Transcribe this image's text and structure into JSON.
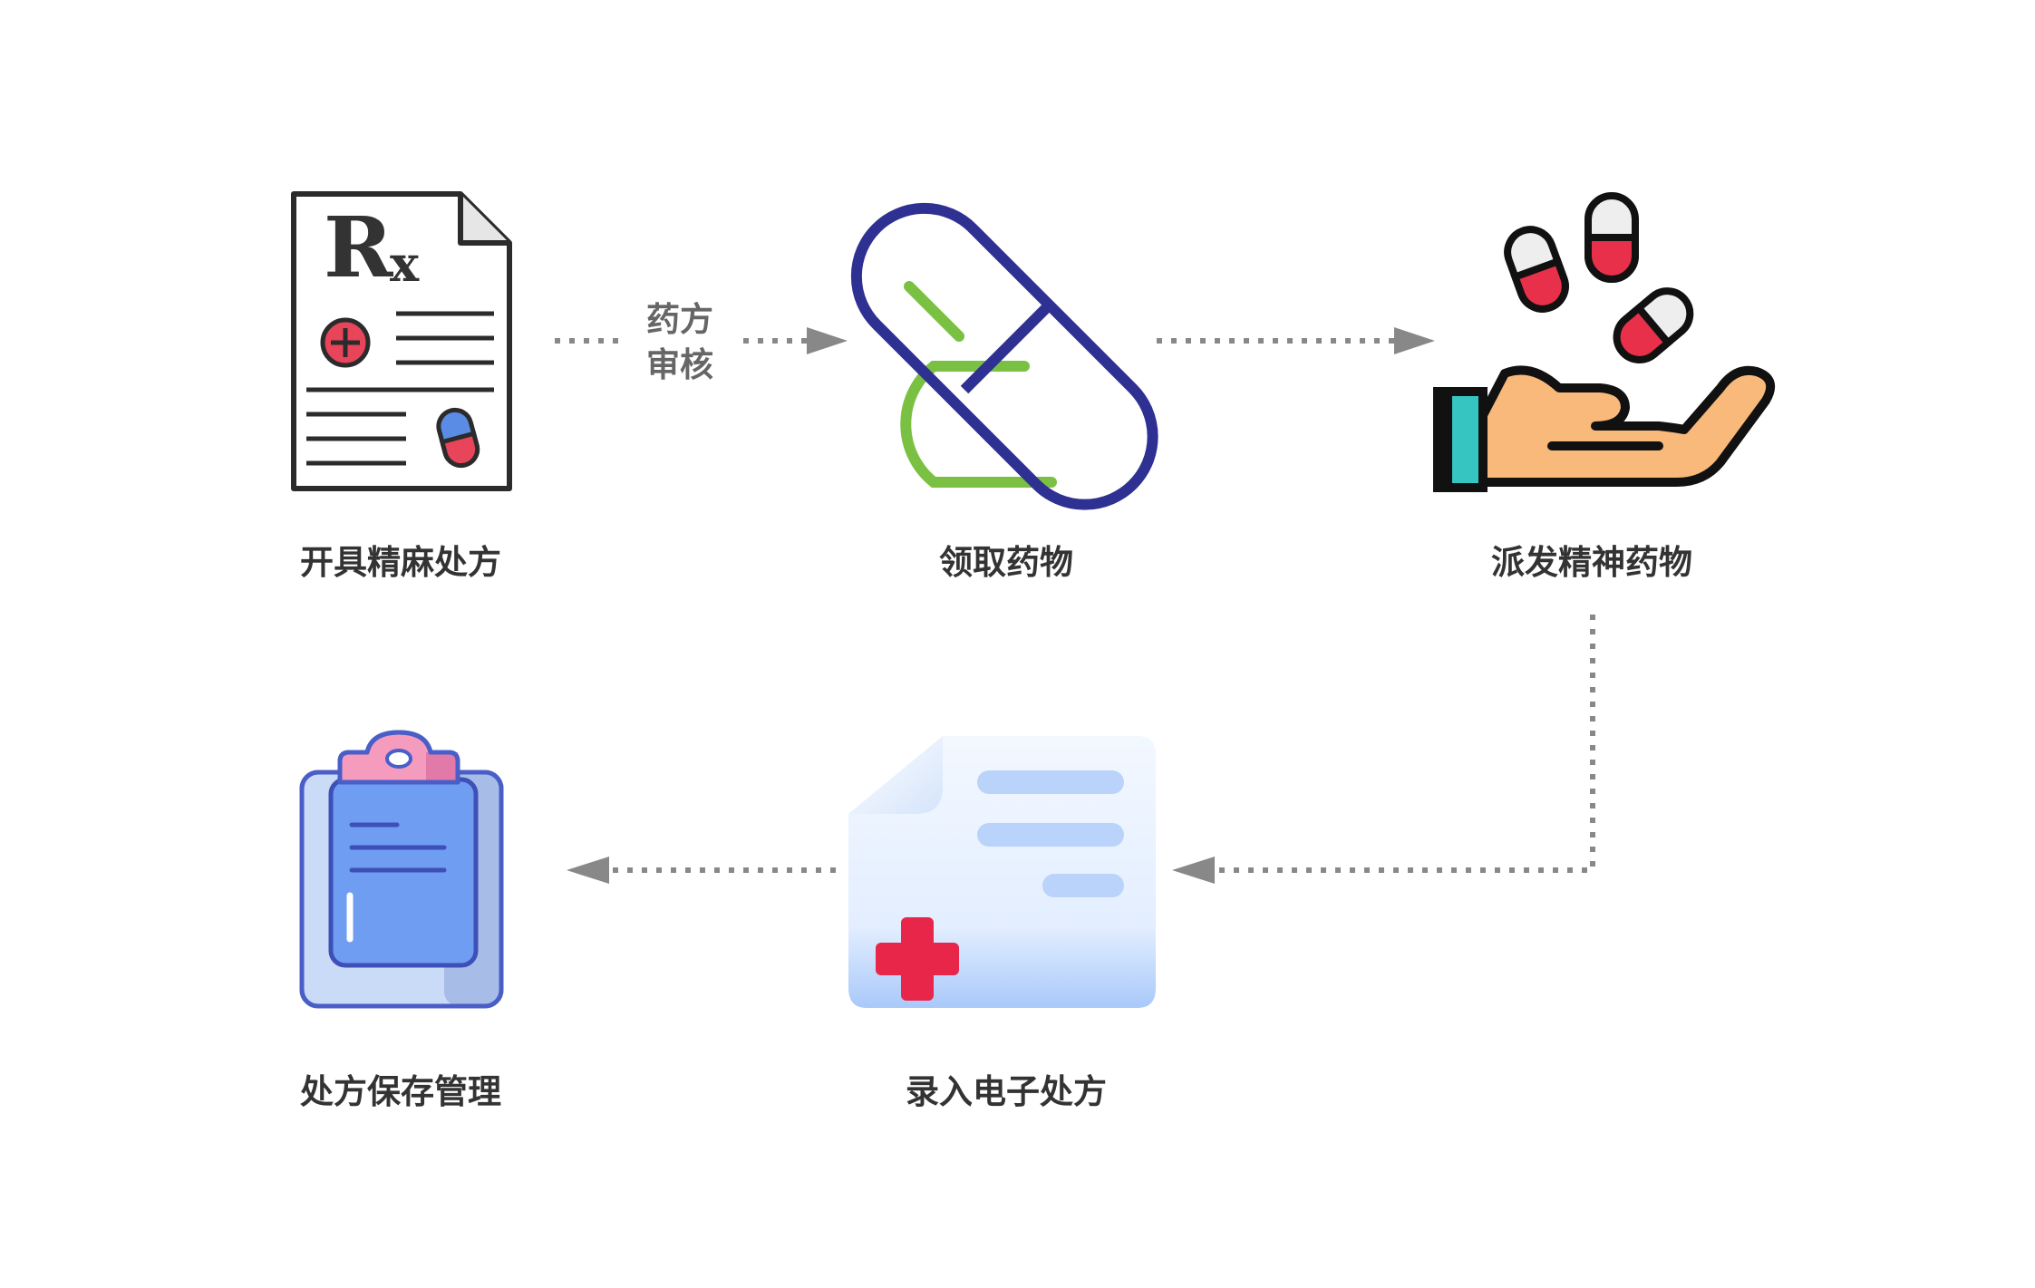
{
  "nodes": [
    {
      "id": "prescribe",
      "label": "开具精麻处方",
      "icon": "prescription-rx-icon"
    },
    {
      "id": "collect",
      "label": "领取药物",
      "icon": "capsule-icon"
    },
    {
      "id": "dispense",
      "label": "派发精神药物",
      "icon": "hand-pills-icon"
    },
    {
      "id": "record",
      "label": "录入电子处方",
      "icon": "medical-document-icon"
    },
    {
      "id": "archive",
      "label": "处方保存管理",
      "icon": "clipboard-icon"
    }
  ],
  "edges": [
    {
      "from": "prescribe",
      "to": "collect",
      "label": "药方审核"
    },
    {
      "from": "collect",
      "to": "dispense",
      "label": ""
    },
    {
      "from": "dispense",
      "to": "record",
      "label": ""
    },
    {
      "from": "record",
      "to": "archive",
      "label": ""
    }
  ],
  "edge_label_lines": [
    "药方",
    "审核"
  ],
  "colors": {
    "arrow": "#888888",
    "capsule_outline": "#2E3192",
    "capsule_green": "#7AC143",
    "pill_red": "#E8304A",
    "hand_skin": "#F9B97A",
    "sleeve": "#36C5C0",
    "clipboard_blue": "#6F9DF2",
    "clip_pink": "#F59BBE",
    "cross_red": "#E8264A"
  }
}
